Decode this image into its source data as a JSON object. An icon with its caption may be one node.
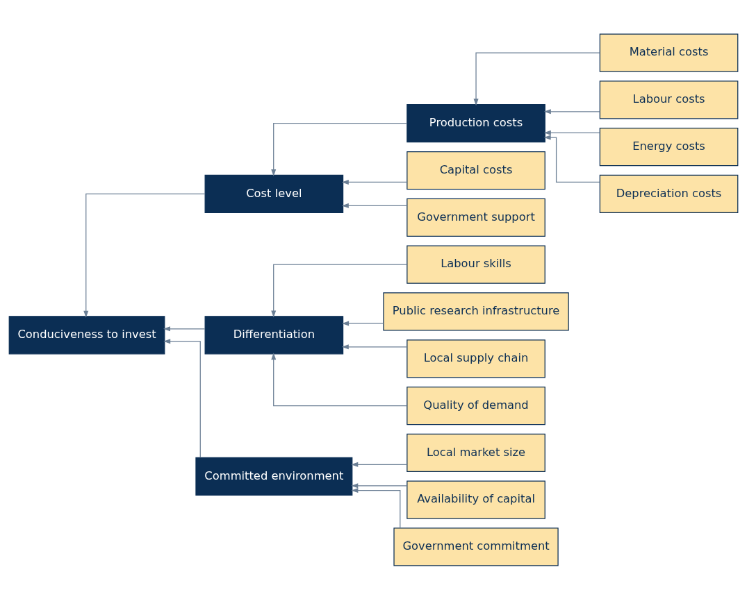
{
  "diagram": {
    "nodes": [
      {
        "text": [
          "Conduciveness to invest"
        ]
      },
      {
        "text": [
          "Cost level"
        ]
      },
      {
        "text": [
          "Differentiation"
        ]
      },
      {
        "text": [
          "Committed environment"
        ]
      },
      {
        "text": [
          "Production costs"
        ]
      },
      {
        "text": [
          "Capital costs"
        ]
      },
      {
        "text": [
          "Government support"
        ]
      },
      {
        "text": [
          "Material costs"
        ]
      },
      {
        "text": [
          "Labour costs"
        ]
      },
      {
        "text": [
          "Energy costs"
        ]
      },
      {
        "text": [
          "Depreciation costs"
        ]
      },
      {
        "text": [
          "Labour skills"
        ]
      },
      {
        "text": [
          "Public research infrastructure"
        ]
      },
      {
        "text": [
          "Local supply chain"
        ]
      },
      {
        "text": [
          "Quality of demand"
        ]
      },
      {
        "text": [
          "Local market size"
        ]
      },
      {
        "text": [
          "Availability of capital"
        ]
      },
      {
        "text": [
          "Government commitment"
        ]
      }
    ],
    "edges": [
      {
        "from": 1,
        "to": 0,
        "arrow": "to"
      },
      {
        "from": 2,
        "to": 0,
        "arrow": "to"
      },
      {
        "from": 3,
        "to": 0,
        "arrow": "to"
      },
      {
        "from": 4,
        "to": 1,
        "arrow": "to"
      },
      {
        "from": 5,
        "to": 1,
        "arrow": "to"
      },
      {
        "from": 6,
        "to": 1,
        "arrow": "to"
      },
      {
        "from": 7,
        "to": 4,
        "arrow": "to"
      },
      {
        "from": 8,
        "to": 4,
        "arrow": "to"
      },
      {
        "from": 9,
        "to": 4,
        "arrow": "to"
      },
      {
        "from": 10,
        "to": 4,
        "arrow": "to"
      },
      {
        "from": 11,
        "to": 2,
        "arrow": "to"
      },
      {
        "from": 12,
        "to": 2,
        "arrow": "to"
      },
      {
        "from": 13,
        "to": 2,
        "arrow": "to"
      },
      {
        "from": 14,
        "to": 2,
        "arrow": "to"
      },
      {
        "from": 15,
        "to": 3,
        "arrow": "to"
      },
      {
        "from": 16,
        "to": 3,
        "arrow": "to"
      },
      {
        "from": 17,
        "to": 3,
        "arrow": "to"
      }
    ]
  }
}
